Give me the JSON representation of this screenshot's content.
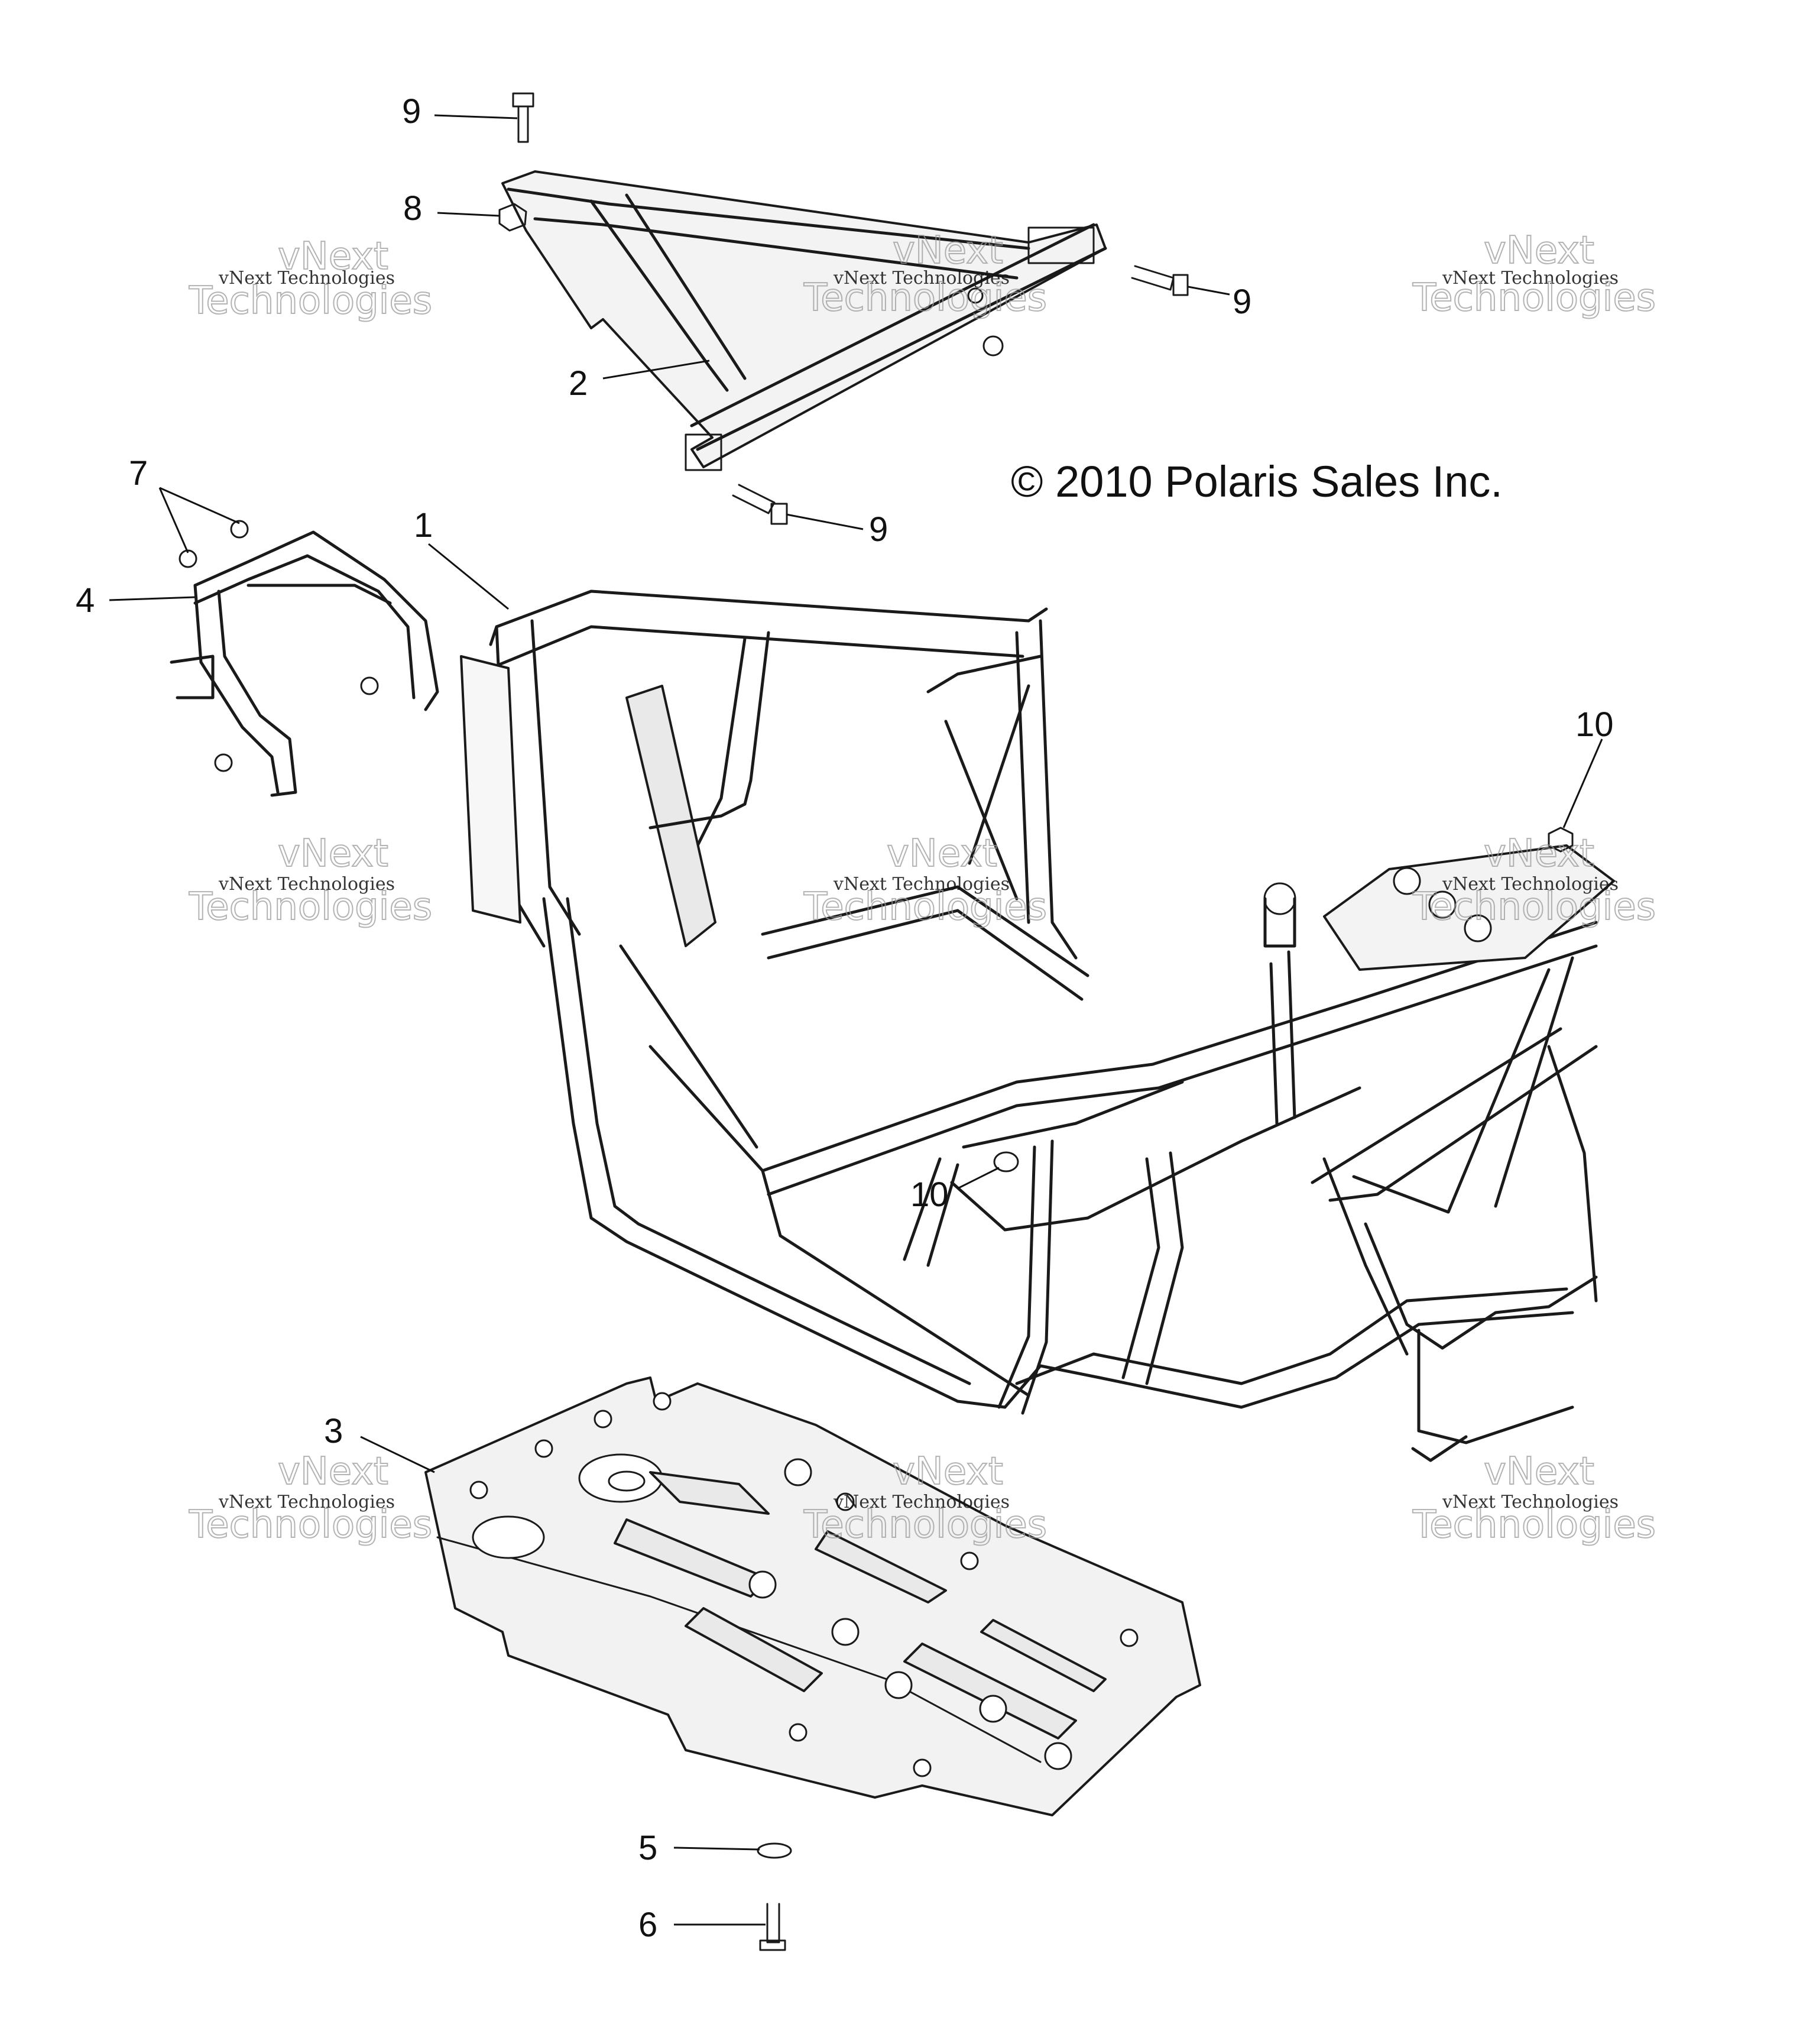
{
  "copyright": "© 2010 Polaris Sales Inc.",
  "watermark": {
    "line1": "vNext",
    "line2": "vNext Technologies",
    "line3": "Technologies"
  },
  "callouts": {
    "c1": "1",
    "c2": "2",
    "c3": "3",
    "c4": "4",
    "c5": "5",
    "c6": "6",
    "c7": "7",
    "c8": "8",
    "c9a": "9",
    "c9b": "9",
    "c9c": "9",
    "c10a": "10",
    "c10b": "10"
  }
}
